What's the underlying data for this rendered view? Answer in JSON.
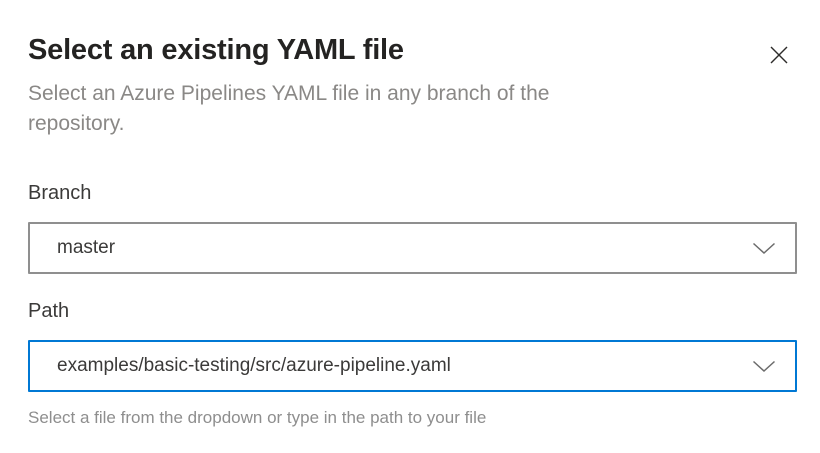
{
  "dialog": {
    "title": "Select an existing YAML file",
    "subtitle_line1": "Select an Azure Pipelines YAML file in any branch of the",
    "subtitle_line2": "repository."
  },
  "branch": {
    "label": "Branch",
    "value": "master"
  },
  "path": {
    "label": "Path",
    "value": "examples/basic-testing/src/azure-pipeline.yaml",
    "helper": "Select a file from the dropdown or type in the path to your file"
  },
  "icons": {
    "close": "close-icon",
    "chevron": "chevron-down-icon"
  },
  "colors": {
    "accent_focus_border": "#0078d4",
    "default_border": "#8f8f8f",
    "title_text": "#242322",
    "body_text": "#3b3a39",
    "muted_text": "#8a8886"
  }
}
